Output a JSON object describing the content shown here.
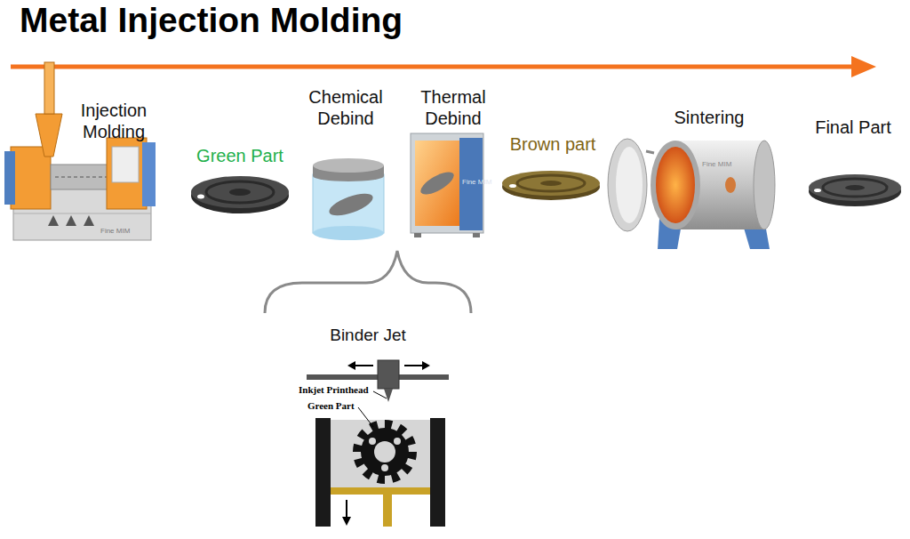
{
  "diagram": {
    "title": "Metal Injection Molding",
    "nodes": [
      {
        "text": [
          "Injection Molding"
        ]
      },
      {
        "text": [
          "Green Part"
        ]
      },
      {
        "text": [
          "Chemical Debind"
        ]
      },
      {
        "text": [
          "Thermal Debind"
        ]
      },
      {
        "text": [
          "Brown part"
        ]
      },
      {
        "text": [
          "Sintering"
        ]
      },
      {
        "text": [
          "Final Part"
        ]
      },
      {
        "text": [
          "Binder Jet"
        ]
      }
    ],
    "labels": [
      "Inkjet Printhead",
      "Green Part",
      "Fine MIM",
      "Fine MIM",
      "Fine MIM"
    ]
  }
}
